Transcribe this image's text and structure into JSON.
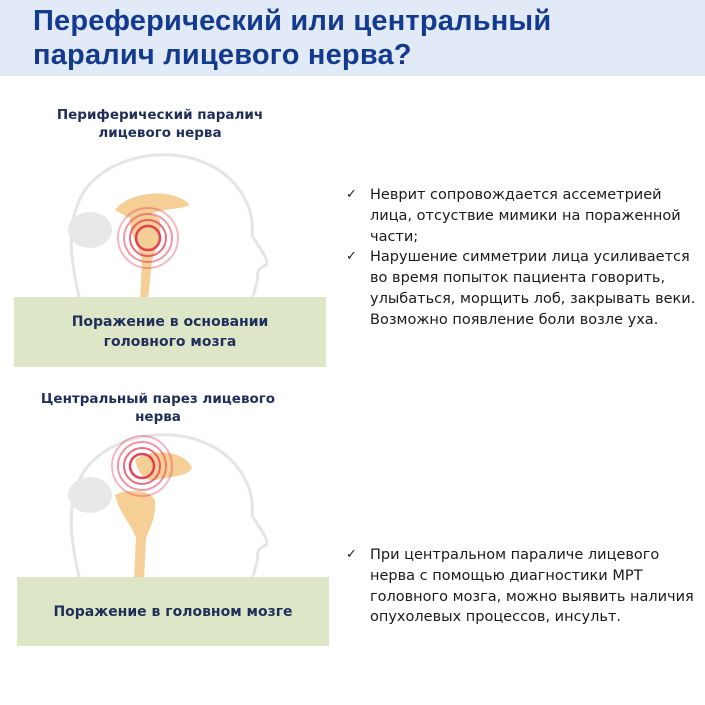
{
  "header": {
    "title_line1": "Переферический или центральный",
    "title_line2": "паралич лицевого нерва?"
  },
  "peripheral": {
    "label_line1": "Периферический  паралич",
    "label_line2": "лицевого  нерва",
    "image": "head-brain-illustration-lesion-at-brainstem",
    "box_line1": "Поражение в основании",
    "box_line2": "головного мозга",
    "bullets": [
      {
        "icon": "checkmark-icon",
        "text": "Неврит сопровождается ассеметрией лица, отсуствие мимики на пораженной части;"
      },
      {
        "icon": "checkmark-icon",
        "text": "Нарушение симметрии лица усиливается во время попыток пациента говорить, улыбаться, морщить лоб, закрывать веки. Возможно появление боли возле уха."
      }
    ]
  },
  "central": {
    "label_line1": "Центральный парез лицевого",
    "label_line2": "нерва",
    "image": "head-brain-illustration-lesion-in-brain",
    "box_text": "Поражение в головном мозге",
    "bullets": [
      {
        "icon": "checkmark-icon",
        "text": "При центральном параличе лицевого нерва с  помощью диагностики МРТ головного мозга, можно выявить наличия опухолевых процессов, инсульт."
      }
    ]
  },
  "colors": {
    "title": "#123a8f",
    "header_bg": "#e3eaf7",
    "box_bg": "#dde6c6",
    "label": "#1f2f5a",
    "lesion": "#e0304a",
    "brain": "#f5cf96"
  },
  "checkmark_glyph": "✓"
}
